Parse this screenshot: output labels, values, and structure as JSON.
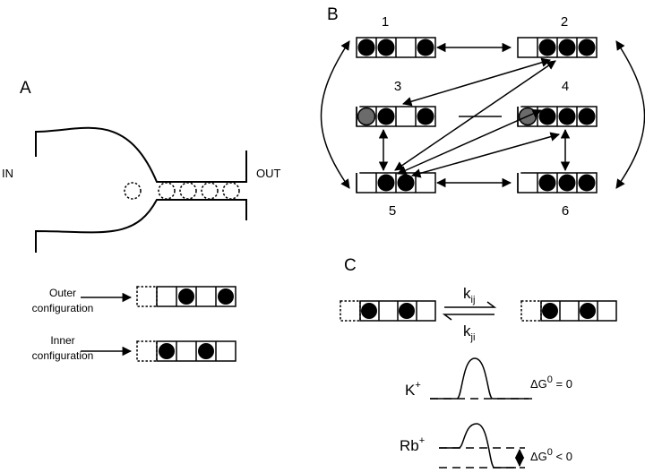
{
  "panels": {
    "a": "A",
    "b": "B",
    "c": "C"
  },
  "panel_a": {
    "in_label": "IN",
    "out_label": "OUT",
    "outer_label": [
      "Outer",
      "configuration"
    ],
    "inner_label": [
      "Inner",
      "configuration"
    ]
  },
  "panel_b": {
    "states": [
      {
        "label": "1",
        "slots": [
          "filled",
          "filled",
          "empty",
          "filled"
        ],
        "end": "closed"
      },
      {
        "label": "2",
        "slots": [
          "empty",
          "filled",
          "filled",
          "filled"
        ],
        "end": "closed"
      },
      {
        "label": "3",
        "slots": [
          "grey",
          "filled",
          "empty",
          "filled"
        ],
        "end": "open"
      },
      {
        "label": "4",
        "slots": [
          "grey",
          "filled",
          "filled",
          "filled"
        ],
        "end": "open"
      },
      {
        "label": "5",
        "slots": [
          "empty",
          "filled",
          "filled",
          "empty"
        ],
        "end": "open"
      },
      {
        "label": "6",
        "slots": [
          "empty",
          "filled",
          "filled",
          "filled"
        ],
        "end": "open"
      }
    ]
  },
  "panel_c": {
    "rate_forward": "k",
    "rate_forward_sub": "ij",
    "rate_backward": "k",
    "rate_backward_sub": "ji",
    "ion1": "K",
    "ion1_sup": "+",
    "ion2": "Rb",
    "ion2_sup": "+",
    "dg1_main": "ΔG",
    "dg1_sup": "0",
    "dg1_rel": " = 0",
    "dg2_main": "ΔG",
    "dg2_sup": "0",
    "dg2_rel": " < 0"
  }
}
